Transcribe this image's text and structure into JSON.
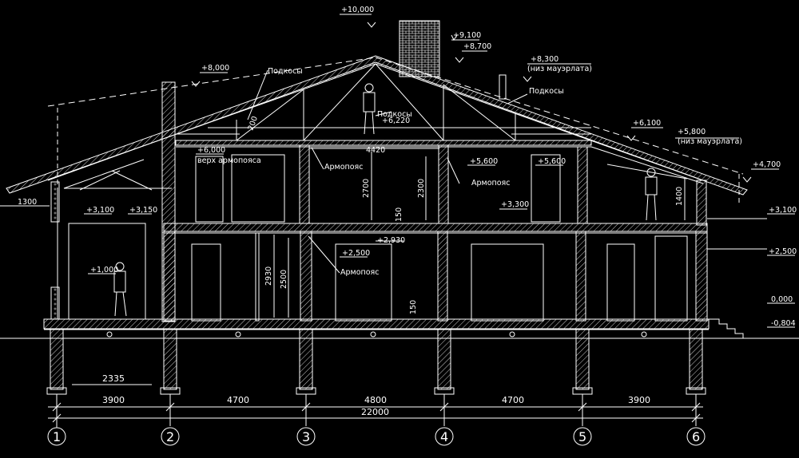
{
  "colors": {
    "background": "#000000",
    "line": "#ffffff",
    "hatch": "#ffffff"
  },
  "elevations": {
    "ridge_chimney": "+10,000",
    "ridge_top": "+9,100",
    "ridge": "+8,700",
    "mauerlat_high": "+8,300",
    "mauerlat_high_note": "(низ мауэрлата)",
    "eaves_left": "+8,000",
    "attic_floor": "+6,220",
    "arm_top_left": "+6,000",
    "arm_top_left_note": "верх армопояса",
    "eaves_right": "+6,100",
    "mauerlat_low": "+5,800",
    "mauerlat_low_note": "(низ мауэрлата)",
    "opening_left": "+5,600",
    "opening_right": "+5,600",
    "right_edge": "+4,700",
    "floor2_a": "+3,100",
    "floor2_b": "+3,150",
    "floor2_c": "+3,300",
    "floor2_right": "+3,100",
    "slab2": "+2,930",
    "arm_ground": "+2,500",
    "right_2500": "+2,500",
    "ground_door": "+1,000",
    "zero": "0,000",
    "ground_level": "-0,804"
  },
  "labels": {
    "braces_left": "Подкосы",
    "braces_center": "Подкосы",
    "braces_right": "Подкосы",
    "armopoyas_1": "Армопояс",
    "armopoyas_2": "Армопояс",
    "armopoyas_3": "Армопояс"
  },
  "dims": {
    "left_overhang": "1300",
    "attic_span": "4420",
    "attic_h_left": "2700",
    "attic_h_mid": "2300",
    "attic_h_right": "1400",
    "slab_150_top": "150",
    "floor_h": "2930",
    "floor_h2": "2500",
    "slab_150_bottom": "150",
    "rafter_200": "200",
    "bay_left_inner": "2335",
    "bays": [
      "3900",
      "4700",
      "4800",
      "4700",
      "3900"
    ],
    "total": "22000"
  },
  "axes": [
    "1",
    "2",
    "3",
    "4",
    "5",
    "6"
  ]
}
